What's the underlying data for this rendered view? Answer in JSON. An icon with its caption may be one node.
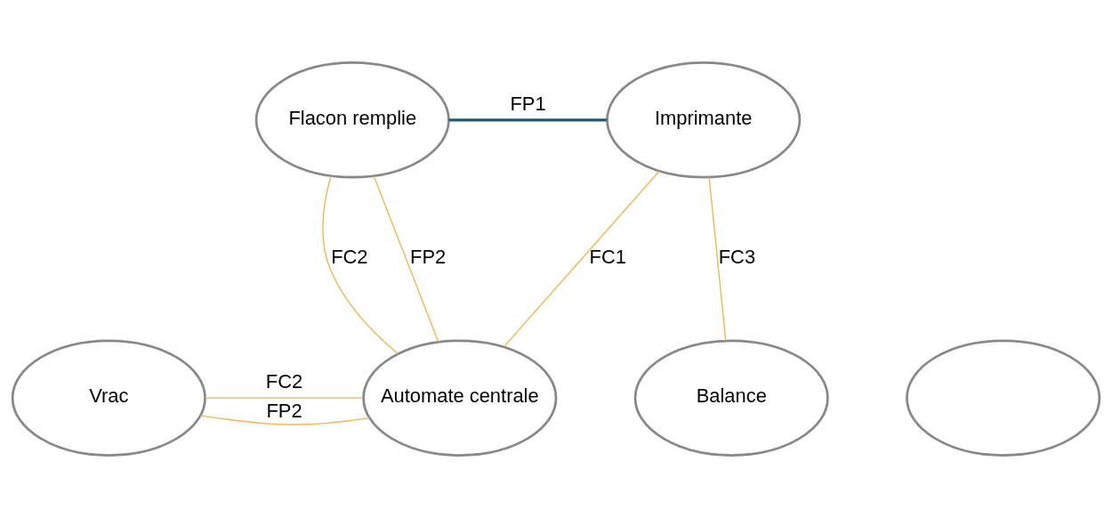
{
  "diagram": {
    "nodes": [
      {
        "text": [
          "Flacon remplie"
        ]
      },
      {
        "text": [
          "Imprimante"
        ]
      },
      {
        "text": [],
        "shape": "circle"
      },
      {
        "text": [
          "Vrac"
        ]
      },
      {
        "text": [
          "Automate centrale"
        ]
      },
      {
        "text": [
          "Balance"
        ]
      }
    ],
    "edges": [
      {
        "from": 0,
        "to": 1,
        "arrow": "none",
        "label": "FP1",
        "style": "thick",
        "color": "#1f5a7a"
      },
      {
        "from": 0,
        "to": 4,
        "arrow": "none",
        "label": "FC2"
      },
      {
        "from": 0,
        "to": 4,
        "arrow": "none",
        "label": "FP2"
      },
      {
        "from": 1,
        "to": 4,
        "arrow": "none",
        "label": "FC1"
      },
      {
        "from": 1,
        "to": 5,
        "arrow": "none",
        "label": "FC3"
      },
      {
        "from": 3,
        "to": 4,
        "arrow": "none",
        "label": "FC2"
      },
      {
        "from": 3,
        "to": 4,
        "arrow": "none",
        "label": "FP2"
      }
    ]
  }
}
